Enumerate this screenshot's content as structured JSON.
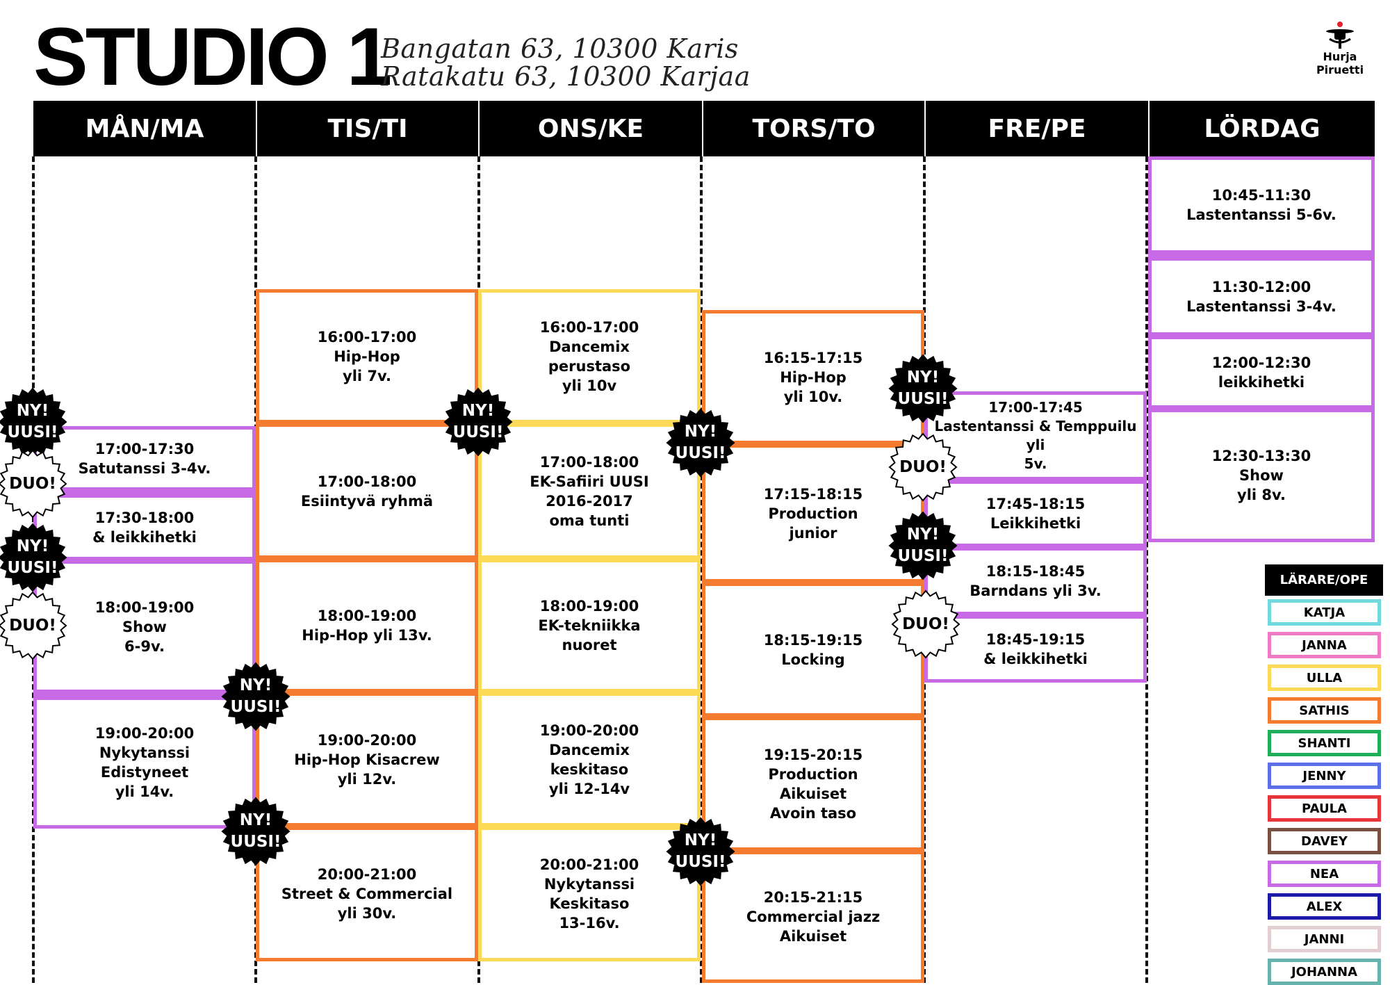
{
  "header": {
    "title": "STUDIO 1",
    "address_1": "Bangatan 63, 10300 Karis",
    "address_2": "Ratakatu 63, 10300 Karjaa",
    "logo_line_1": "Hurja",
    "logo_line_2": "Piruetti"
  },
  "days": [
    "MÅN/MA",
    "TIS/TI",
    "ONS/KE",
    "TORS/TO",
    "FRE/PE",
    "LÖRDAG"
  ],
  "colors": {
    "nea": "#c86ae6",
    "sathis": "#f47b30",
    "ulla": "#fcd956"
  },
  "classes": {
    "mon": [
      "17:00-17:30\nSatutanssi 3-4v.",
      "17:30-18:00\n& leikkihetki",
      "18:00-19:00\nShow\n6-9v.",
      "19:00-20:00\nNykytanssi\nEdistyneet\nyli 14v."
    ],
    "tue": [
      "16:00-17:00\nHip-Hop\nyli 7v.",
      "17:00-18:00\nEsiintyvä ryhmä",
      "18:00-19:00\nHip-Hop yli 13v.",
      "19:00-20:00\nHip-Hop Kisacrew\nyli 12v.",
      "20:00-21:00\nStreet & Commercial\nyli 30v."
    ],
    "wed": [
      "16:00-17:00\nDancemix\nperustaso\nyli 10v",
      "17:00-18:00\nEK-Safiiri UUSI\n2016-2017\noma tunti",
      "18:00-19:00\nEK-tekniikka\nnuoret",
      "19:00-20:00\nDancemix\nkeskitaso\nyli 12-14v",
      "20:00-21:00\nNykytanssi\nKeskitaso\n13-16v."
    ],
    "thu": [
      "16:15-17:15\nHip-Hop\nyli 10v.",
      "17:15-18:15\nProduction\njunior",
      "18:15-19:15\nLocking",
      "19:15-20:15\nProduction\nAikuiset\nAvoin taso",
      "20:15-21:15\nCommercial jazz\nAikuiset"
    ],
    "fri": [
      "17:00-17:45\nLastentanssi & Temppuilu yli\n5v.",
      "17:45-18:15\nLeikkihetki",
      "18:15-18:45\nBarndans yli 3v.",
      "18:45-19:15\n& leikkihetki"
    ],
    "sat": [
      "10:45-11:30\nLastentanssi 5-6v.",
      "11:30-12:00\nLastentanssi 3-4v.",
      "12:00-12:30\nleikkihetki",
      "12:30-13:30\nShow\nyli 8v."
    ]
  },
  "badges": {
    "new": "NY!\nUUSI!",
    "duo": "DUO!"
  },
  "legend": {
    "title": "LÄRARE/OPE",
    "teachers": [
      {
        "name": "KATJA",
        "color": "#6fd9de"
      },
      {
        "name": "JANNA",
        "color": "#f07ac4"
      },
      {
        "name": "ULLA",
        "color": "#fcd956"
      },
      {
        "name": "SATHIS",
        "color": "#f47b30"
      },
      {
        "name": "SHANTI",
        "color": "#1fae5a"
      },
      {
        "name": "JENNY",
        "color": "#5b70e8"
      },
      {
        "name": "PAULA",
        "color": "#e8343b"
      },
      {
        "name": "DAVEY",
        "color": "#7a5040"
      },
      {
        "name": "NEA",
        "color": "#c86ae6"
      },
      {
        "name": "ALEX",
        "color": "#1e1aa8"
      },
      {
        "name": "JANNI",
        "color": "#e3cfd1"
      },
      {
        "name": "JOHANNA",
        "color": "#66b3ad"
      }
    ]
  }
}
